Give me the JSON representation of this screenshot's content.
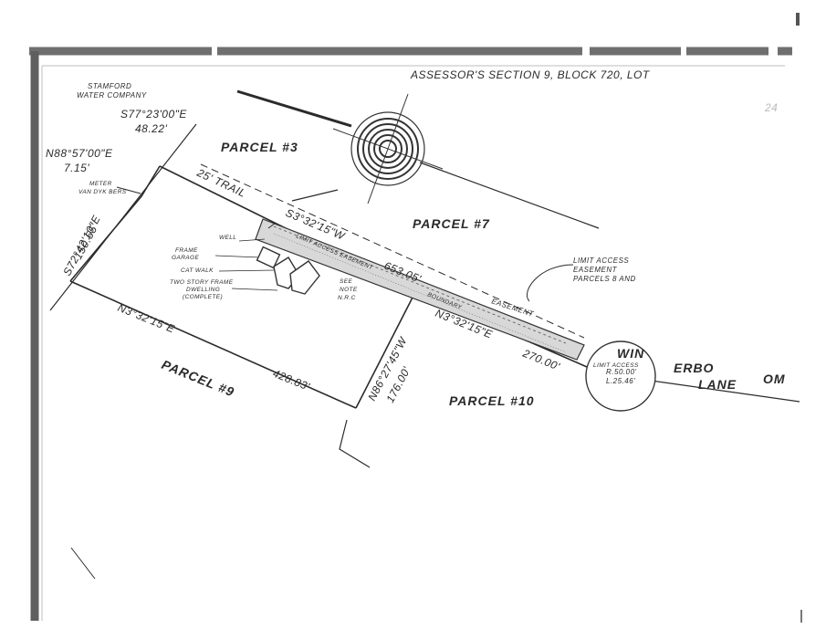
{
  "header": {
    "assessor_label": "ASSESSOR'S SECTION 9, BLOCK 720, LOT"
  },
  "labels": {
    "stamford_line1": "STAMFORD",
    "stamford_line2": "WATER COMPANY",
    "bearing_s77": "S77°23'00\"E",
    "dist_48": "48.22'",
    "bearing_n88": "N88°57'00\"E",
    "dist_715": "7.15'",
    "meter_line1": "METER",
    "meter_line2": "VAN DYK BERS",
    "dist_15055": "150.55'",
    "bearing_s72": "S72°42'10\"E",
    "parcel3": "PARCEL #3",
    "parcel7": "PARCEL #7",
    "parcel9": "PARCEL #9",
    "parcel10": "PARCEL #10",
    "trail": "25' TRAIL",
    "bearing_s3": "S3°32'15\"W",
    "dist_65305": "653.05'",
    "limit_access": "LIMIT ACCESS EASEMENT",
    "boundary_text": "BOUNDARY",
    "easement": "EASEMENT",
    "limit_access_right1": "LIMIT ACCESS",
    "limit_access_right2": "EASEMENT",
    "limit_access_right3": "PARCELS 8 AND",
    "well": "WELL",
    "frame_garage1": "FRAME",
    "frame_garage2": "GARAGE",
    "catwalk": "CAT WALK",
    "two_story1": "TWO STORY FRAME",
    "two_story2": "DWELLING",
    "two_story3": "(COMPLETE)",
    "see_note1": "SEE",
    "see_note2": "NOTE",
    "see_note3": "N.R.C",
    "bearing_n3_left": "N3°32'15\"E",
    "dist_42883": "428.83'",
    "bearing_n86": "N86°27'45\"W",
    "dist_17600": "176.00'",
    "bearing_n3_right": "N3°32'15\"E",
    "dist_27000": "270.00'",
    "road_part1": "WIN",
    "road_part2": "ERBO",
    "road_part3": "LANE",
    "road_part4": "OM",
    "curve_r": "R.50.00'",
    "curve_l": "L.25.46'",
    "curve_note": "LIMIT ACCESS",
    "margin_mark": "24"
  },
  "colors": {
    "ink": "#2b2b2b",
    "border": "#6f6f6f",
    "paper": "#ffffff"
  }
}
